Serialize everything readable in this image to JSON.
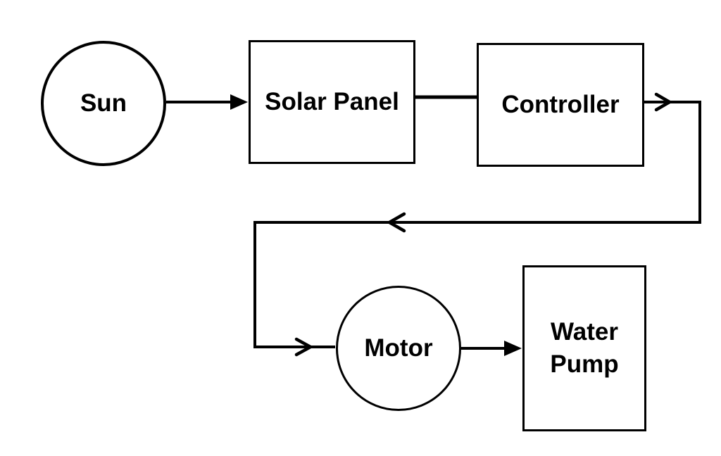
{
  "diagram": {
    "type": "flowchart",
    "background_color": "#ffffff",
    "stroke_color": "#000000",
    "text_color": "#000000",
    "nodes": {
      "sun": {
        "label": "Sun",
        "shape": "circle"
      },
      "solar_panel": {
        "label": "Solar Panel",
        "shape": "rectangle"
      },
      "controller": {
        "label": "Controller",
        "shape": "rectangle"
      },
      "motor": {
        "label": "Motor",
        "shape": "circle"
      },
      "water_pump": {
        "label": "Water Pump",
        "shape": "rectangle"
      }
    },
    "edges": [
      {
        "from": "sun",
        "to": "solar_panel",
        "direction": "right",
        "arrowhead": "solid-triangle"
      },
      {
        "from": "solar_panel",
        "to": "controller",
        "direction": "right",
        "arrowhead": "none"
      },
      {
        "from": "controller",
        "to": "motor",
        "direction": "right-down-left-down-right",
        "arrowhead": "open-chevron",
        "chevron_count": 3
      },
      {
        "from": "motor",
        "to": "water_pump",
        "direction": "right",
        "arrowhead": "solid-triangle"
      }
    ]
  }
}
